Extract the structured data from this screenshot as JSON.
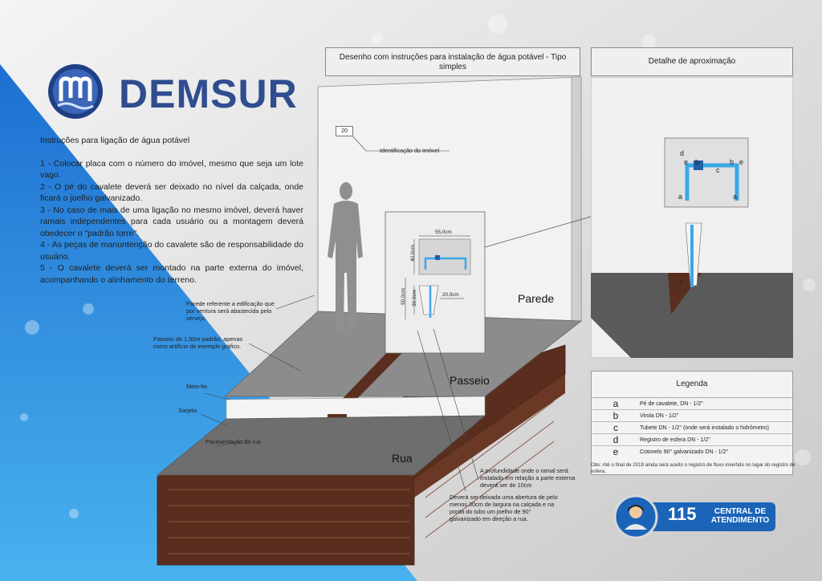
{
  "brand": {
    "name": "DEMSUR"
  },
  "instructions": {
    "title": "Instruções para ligação de água potável",
    "items": [
      "1 - Colocar placa com o número do imóvel, mesmo que seja um lote vago.",
      "2 - O pé do cavalete deverá ser deixado no nível da calçada, onde ficará o joelho galvanizado.",
      "3 - No caso de mais de uma ligação no mesmo imóvel, deverá haver ramais independentes para cada usuário ou a montagem deverá obedecer o \"padrão torre\".",
      "4 - As peças de manuntenção do cavalete são de responsabilidade do usuário.",
      "5 - O cavalete deverá ser montado na parte externa do imóvel, acompanhando o alinhamento do terreno."
    ]
  },
  "panels": {
    "main_title": "Desenho com instruções para instalação de água potável - Tipo simples",
    "detail_title": "Detalhe de aproximação"
  },
  "drawing": {
    "house_number": "20",
    "id_label": "Identificação do imóvel",
    "wall_note": "Parede referente a edificação que por ventura será abastecida pelo serviço.",
    "sidewalk_note": "Passeio de 1,50m padrão, apenas como artifício de exemplo gráfico.",
    "curb": "Meio-fio",
    "gutter": "Sarjeta",
    "paving": "Pavimentação da rua",
    "wall": "Parede",
    "sidewalk": "Passeio",
    "street": "Rua",
    "depth_note": "A profundidade onde o ramal será instalado em relação a parte externa deverá ser de 10cm",
    "opening_note": "Deverá ser deixada uma abertura de pelo menos 30cm de largura na calçada e na ponta do tubo um joelho de 90° galvanizado em direção a rua.",
    "dims": {
      "width": "55,0cm",
      "height_box": "40,0cm",
      "height_total": "50,0cm",
      "height_riser": "30,0cm",
      "opening": "20,0cm"
    }
  },
  "detail_letters": {
    "a": "a",
    "b": "b",
    "c": "c",
    "d": "d",
    "e": "e"
  },
  "legend": {
    "title": "Legenda",
    "rows": [
      {
        "key": "a",
        "text": "Pé de cavalete, DN - 1/2\""
      },
      {
        "key": "b",
        "text": "Virola DN - 1/2\""
      },
      {
        "key": "c",
        "text": "Tubete DN - 1/2\" (onde será instalado o hidrômetro)"
      },
      {
        "key": "d",
        "text": "Registro de esfera DN - 1/2\""
      },
      {
        "key": "e",
        "text": "Cotovelo 90° galvanizado DN - 1/2\""
      }
    ],
    "obs": "Obs: Até o final de 2019 ainda será aceito o registro de fluxo invertido no lugar do registro de esfera."
  },
  "service": {
    "number": "115",
    "label1": "CENTRAL DE",
    "label2": "ATENDIMENTO"
  },
  "colors": {
    "blue": "#1e7fd8",
    "brand": "#2f4d8f",
    "soil": "#5a2e1e",
    "pipe": "#3aa8e8"
  }
}
